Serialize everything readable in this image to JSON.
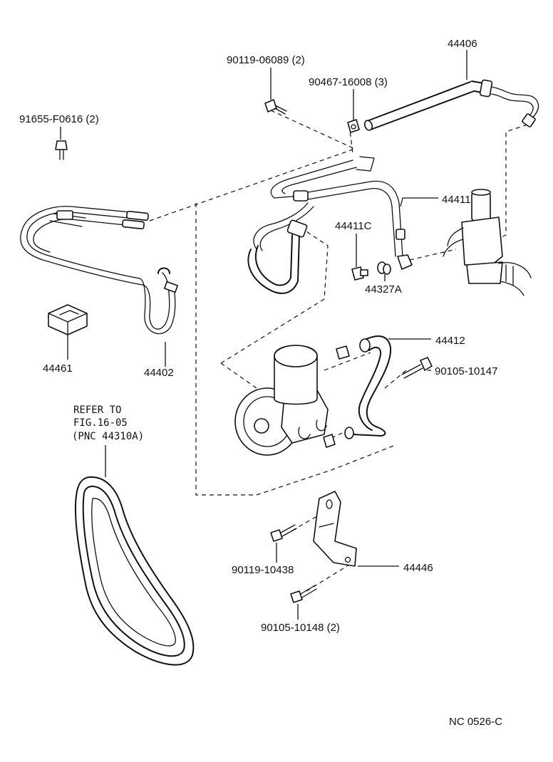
{
  "labels": {
    "p44406": "44406",
    "p90119_06089": "90119-06089 (2)",
    "p90467_16008": "90467-16008 (3)",
    "p91655_F0616": "91655-F0616 (2)",
    "p44411": "44411",
    "p44411C": "44411C",
    "p44327A": "44327A",
    "p44461": "44461",
    "p44402": "44402",
    "p44412": "44412",
    "p90105_10147": "90105-10147",
    "refer_line1": "REFER TO",
    "refer_line2": "FIG.16-05",
    "refer_line3": "(PNC 44310A)",
    "p90119_10438": "90119-10438",
    "p44446": "44446",
    "p90105_10148": "90105-10148 (2)",
    "figure_code": "NC 0526-C"
  }
}
